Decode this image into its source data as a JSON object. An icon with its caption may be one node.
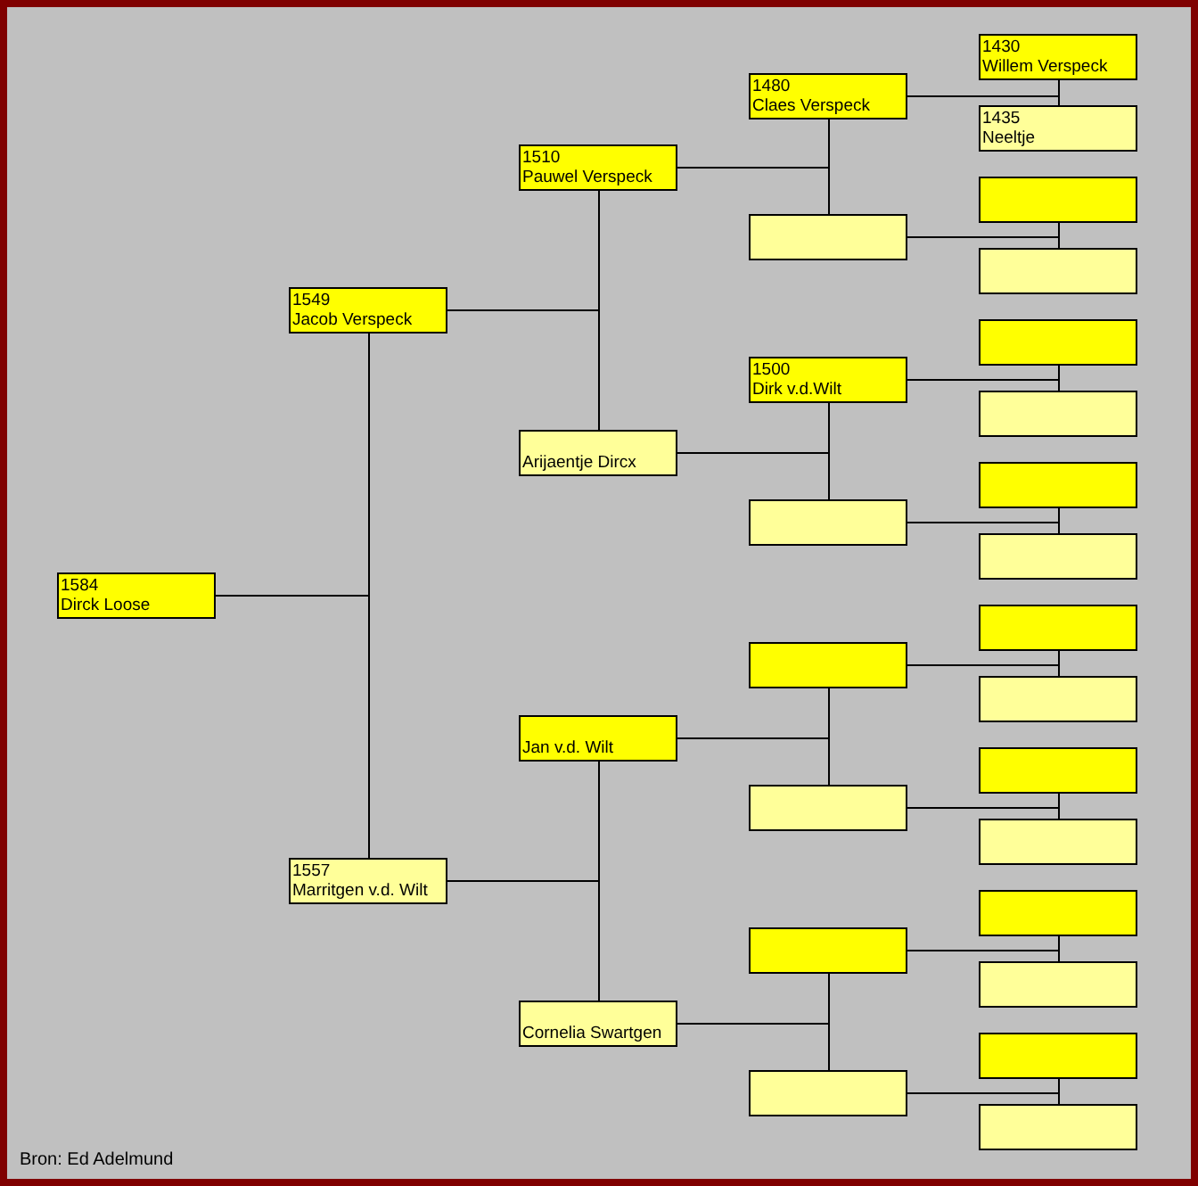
{
  "diagram": {
    "nodes": [
      {
        "text": [
          "1584",
          "Dirck Loose"
        ]
      },
      {
        "text": [
          "1549",
          "Jacob Verspeck"
        ]
      },
      {
        "text": [
          "1557",
          "Marritgen v.d. Wilt"
        ]
      },
      {
        "text": [
          "1510",
          "Pauwel Verspeck"
        ]
      },
      {
        "text": [
          "Arijaentje Dircx"
        ]
      },
      {
        "text": [
          "Jan v.d. Wilt"
        ]
      },
      {
        "text": [
          "Cornelia Swartgen"
        ]
      },
      {
        "text": [
          "1480",
          "Claes Verspeck"
        ]
      },
      {
        "text": [],
        "shape": "box"
      },
      {
        "text": [
          "1500",
          "Dirk v.d.Wilt"
        ]
      },
      {
        "text": [],
        "shape": "box"
      },
      {
        "text": [],
        "shape": "box"
      },
      {
        "text": [],
        "shape": "box"
      },
      {
        "text": [],
        "shape": "box"
      },
      {
        "text": [],
        "shape": "box"
      },
      {
        "text": [
          "1430",
          "Willem Verspeck"
        ]
      },
      {
        "text": [
          "1435",
          "Neeltje"
        ]
      },
      {
        "text": [],
        "shape": "box"
      },
      {
        "text": [],
        "shape": "box"
      },
      {
        "text": [],
        "shape": "box"
      },
      {
        "text": [],
        "shape": "box"
      },
      {
        "text": [],
        "shape": "box"
      },
      {
        "text": [],
        "shape": "box"
      },
      {
        "text": [],
        "shape": "box"
      },
      {
        "text": [],
        "shape": "box"
      },
      {
        "text": [],
        "shape": "box"
      },
      {
        "text": [],
        "shape": "box"
      },
      {
        "text": [],
        "shape": "box"
      },
      {
        "text": [],
        "shape": "box"
      },
      {
        "text": [],
        "shape": "box"
      },
      {
        "text": [],
        "shape": "box"
      }
    ],
    "edges": [
      {
        "from": 0,
        "to": 1,
        "arrow": "none"
      },
      {
        "from": 0,
        "to": 2,
        "arrow": "none"
      },
      {
        "from": 1,
        "to": 3,
        "arrow": "none"
      },
      {
        "from": 1,
        "to": 4,
        "arrow": "none"
      },
      {
        "from": 2,
        "to": 5,
        "arrow": "none"
      },
      {
        "from": 2,
        "to": 6,
        "arrow": "none"
      },
      {
        "from": 3,
        "to": 7,
        "arrow": "none"
      },
      {
        "from": 3,
        "to": 8,
        "arrow": "none"
      },
      {
        "from": 4,
        "to": 9,
        "arrow": "none"
      },
      {
        "from": 4,
        "to": 10,
        "arrow": "none"
      },
      {
        "from": 5,
        "to": 11,
        "arrow": "none"
      },
      {
        "from": 5,
        "to": 12,
        "arrow": "none"
      },
      {
        "from": 6,
        "to": 13,
        "arrow": "none"
      },
      {
        "from": 6,
        "to": 14,
        "arrow": "none"
      },
      {
        "from": 7,
        "to": 15,
        "arrow": "none"
      },
      {
        "from": 7,
        "to": 16,
        "arrow": "none"
      },
      {
        "from": 8,
        "to": 17,
        "arrow": "none"
      },
      {
        "from": 8,
        "to": 18,
        "arrow": "none"
      },
      {
        "from": 9,
        "to": 19,
        "arrow": "none"
      },
      {
        "from": 9,
        "to": 20,
        "arrow": "none"
      },
      {
        "from": 10,
        "to": 21,
        "arrow": "none"
      },
      {
        "from": 10,
        "to": 22,
        "arrow": "none"
      },
      {
        "from": 11,
        "to": 23,
        "arrow": "none"
      },
      {
        "from": 11,
        "to": 24,
        "arrow": "none"
      },
      {
        "from": 12,
        "to": 25,
        "arrow": "none"
      },
      {
        "from": 12,
        "to": 26,
        "arrow": "none"
      },
      {
        "from": 13,
        "to": 27,
        "arrow": "none"
      },
      {
        "from": 13,
        "to": 28,
        "arrow": "none"
      },
      {
        "from": 14,
        "to": 29,
        "arrow": "none"
      },
      {
        "from": 14,
        "to": 30,
        "arrow": "none"
      }
    ],
    "labels": [
      "Bron: Ed Adelmund"
    ]
  }
}
